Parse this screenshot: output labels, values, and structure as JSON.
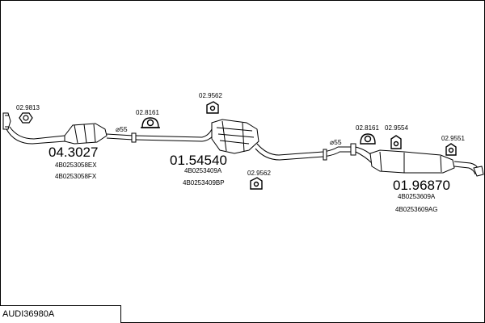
{
  "doc": {
    "code": "AUDI36980A"
  },
  "parts": {
    "front": {
      "number": "04.3027",
      "refs": [
        "4B0253058EX",
        "4B0253058FX"
      ]
    },
    "middle": {
      "number": "01.54540",
      "refs": [
        "4B0253409A",
        "4B0253409BP"
      ]
    },
    "rear": {
      "number": "01.96870",
      "refs": [
        "4B0253609A",
        "4B0253609AG"
      ]
    }
  },
  "hangers": {
    "flange": "02.9813",
    "front_ring": "02.8161",
    "mid_top": "02.9562",
    "mid_bottom": "02.9562",
    "rear_ring": "02.8161",
    "rear_hanger": "02.9554",
    "tail_hanger": "02.9551"
  },
  "diameters": {
    "front": "⌀55",
    "rear": "⌀55"
  }
}
